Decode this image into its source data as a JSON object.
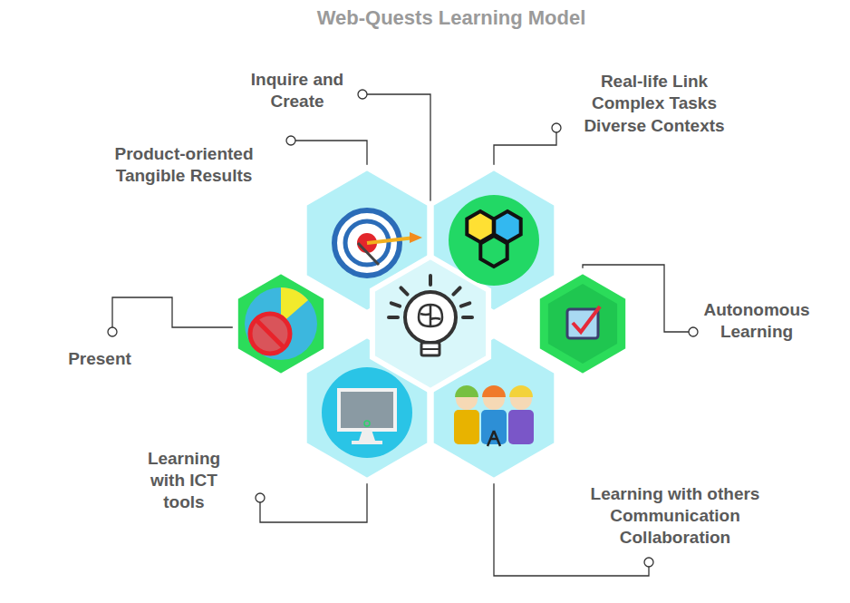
{
  "diagram": {
    "title": "Web-Quests Learning Model",
    "labels": [
      "Inquire and Create",
      "Product-oriented",
      "Tangible Results",
      "Real-life Link",
      "Complex Tasks",
      "Diverse Contexts",
      "Autonomous Learning",
      "Present",
      "Learning with ICT tools",
      "Learning with others",
      "Communication",
      "Collaboration"
    ]
  }
}
